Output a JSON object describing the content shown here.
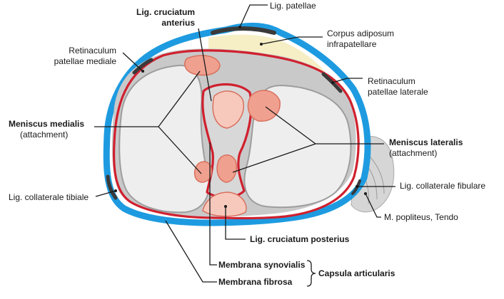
{
  "labels": {
    "lig_patellae": "Lig. patellae",
    "lig_cruciatum_anterius_1": "Lig. cruciatum",
    "lig_cruciatum_anterius_2": "anterius",
    "corpus_adiposum_1": "Corpus adiposum",
    "corpus_adiposum_2": "infrapatellare",
    "retinaculum_mediale_1": "Retinaculum",
    "retinaculum_mediale_2": "patellae mediale",
    "retinaculum_laterale_1": "Retinaculum",
    "retinaculum_laterale_2": "patellae laterale",
    "meniscus_medialis_1": "Meniscus medialis",
    "meniscus_medialis_2": "(attachment)",
    "meniscus_lateralis_1": "Meniscus lateralis",
    "meniscus_lateralis_2": "(attachment)",
    "lig_collaterale_tibiale": "Lig. collaterale tibiale",
    "lig_collaterale_fibulare": "Lig. collaterale fibulare",
    "m_popliteus": "M. popliteus, Tendo",
    "lig_cruciatum_posterius": "Lig. cruciatum posterius",
    "membrana_synovialis": "Membrana synovialis",
    "membrana_fibrosa": "Membrana fibrosa",
    "capsula_articularis": "Capsula articularis"
  },
  "colors": {
    "membrana_fibrosa": "#1e9be0",
    "membrana_synovialis": "#d0202e",
    "attachment_fill": "#f0a08f",
    "attachment_stroke": "#d9705e",
    "cruciate_fill": "#f7c9bc",
    "fat_pad": "#f6efc6",
    "tibia_plateau": "#c9c9c9",
    "cartilage": "#eeeeee",
    "ligament_dark": "#3a3a3a",
    "tendon": "#d4d4d4"
  }
}
